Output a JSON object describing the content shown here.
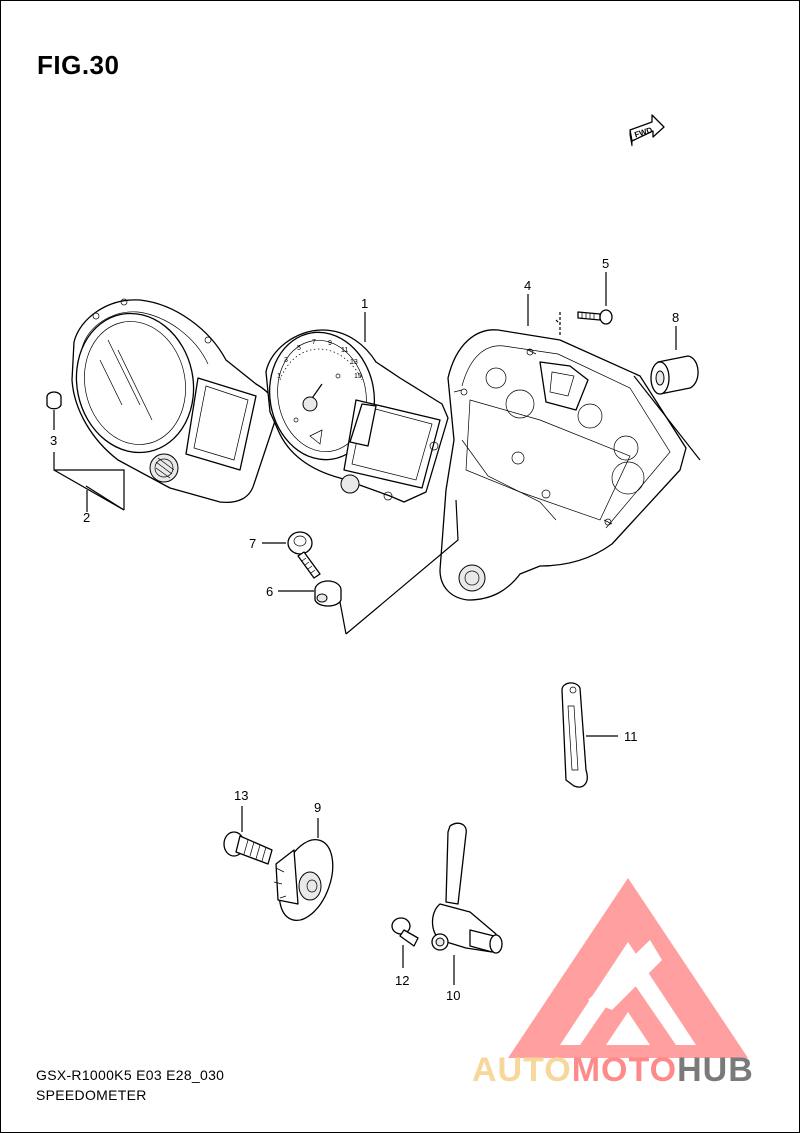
{
  "figure": {
    "title": "FIG.30",
    "fwd_label": "FWD"
  },
  "callouts": [
    {
      "id": "1",
      "label": "1"
    },
    {
      "id": "2",
      "label": "2"
    },
    {
      "id": "3",
      "label": "3"
    },
    {
      "id": "4",
      "label": "4"
    },
    {
      "id": "5",
      "label": "5"
    },
    {
      "id": "6",
      "label": "6"
    },
    {
      "id": "7",
      "label": "7"
    },
    {
      "id": "8",
      "label": "8"
    },
    {
      "id": "9",
      "label": "9"
    },
    {
      "id": "10",
      "label": "10"
    },
    {
      "id": "11",
      "label": "11"
    },
    {
      "id": "12",
      "label": "12"
    },
    {
      "id": "13",
      "label": "13"
    }
  ],
  "tach_scale": [
    "1",
    "3",
    "5",
    "7",
    "9",
    "11",
    "13",
    "15"
  ],
  "footer": {
    "model_code": "GSX-R1000K5  E03  E28_030",
    "section_name": "SPEEDOMETER"
  },
  "watermark": {
    "part1": "AUTO",
    "part2": "MOTO",
    "part3": "HUB",
    "color_light": "#f7d79a",
    "color_red": "#ff8a8a",
    "color_gray": "#7a7a7a"
  }
}
